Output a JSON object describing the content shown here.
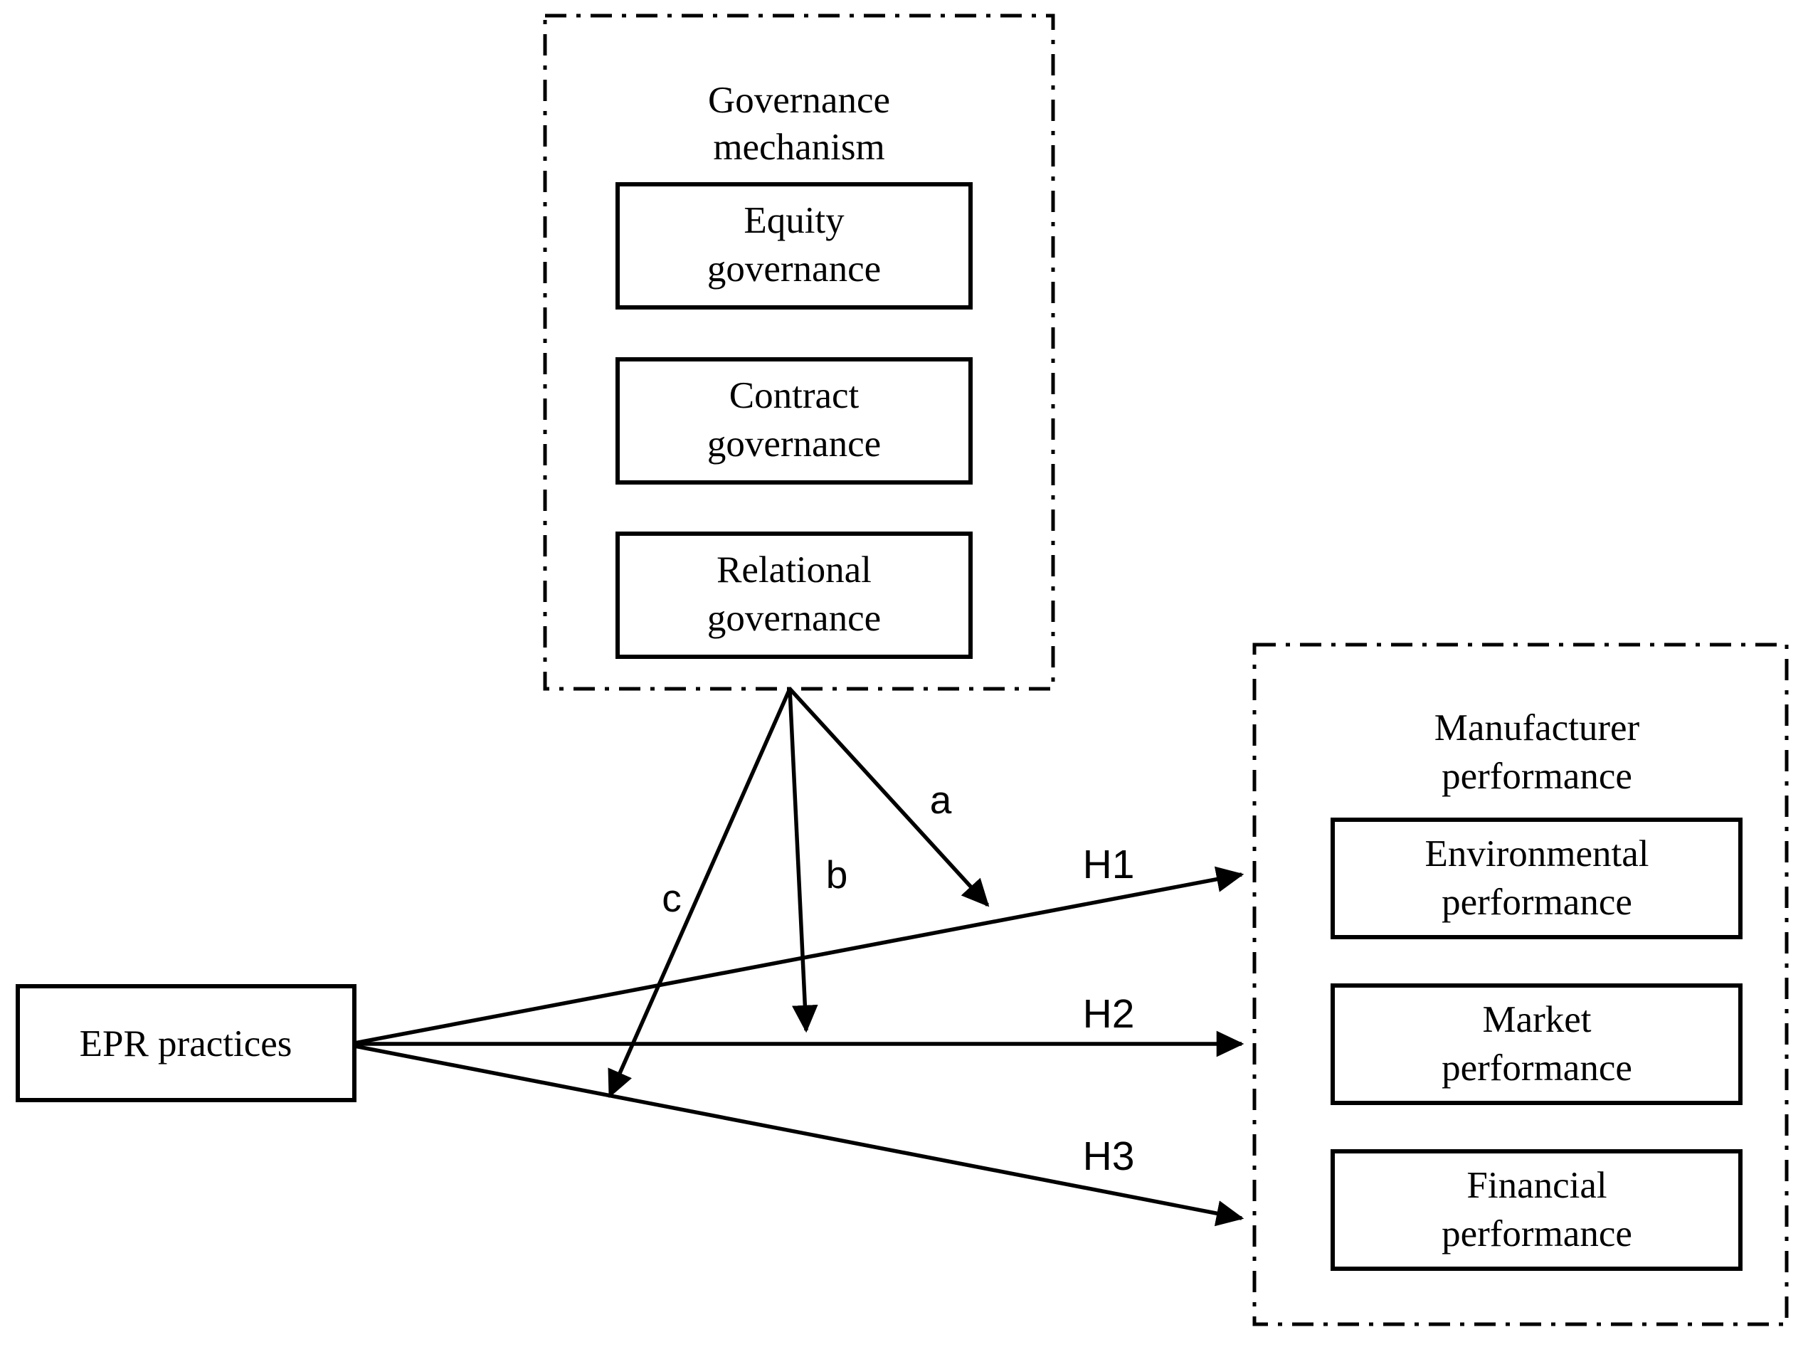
{
  "figure": {
    "type": "conceptual-research-model",
    "background": "#ffffff",
    "line_color": "#000000"
  },
  "groups": {
    "governance": {
      "title_line1": "Governance",
      "title_line2": "mechanism",
      "border_style": "dash-dot",
      "items": [
        {
          "line1": "Equity",
          "line2": "governance"
        },
        {
          "line1": "Contract",
          "line2": "governance"
        },
        {
          "line1": "Relational",
          "line2": "governance"
        }
      ]
    },
    "performance": {
      "title_line1": "Manufacturer",
      "title_line2": "performance",
      "border_style": "dash-dot",
      "items": [
        {
          "line1": "Environmental",
          "line2": "performance"
        },
        {
          "line1": "Market",
          "line2": "performance"
        },
        {
          "line1": "Financial",
          "line2": "performance"
        }
      ]
    }
  },
  "predictor": {
    "label": "EPR practices"
  },
  "paths": {
    "moderation": [
      {
        "id": "a",
        "label": "a",
        "from": "governance-mechanism",
        "to": "h1-path"
      },
      {
        "id": "b",
        "label": "b",
        "from": "governance-mechanism",
        "to": "h2-path"
      },
      {
        "id": "c",
        "label": "c",
        "from": "governance-mechanism",
        "to": "h3-path"
      }
    ],
    "hypotheses": [
      {
        "id": "H1",
        "label": "H1",
        "from": "EPR practices",
        "to": "Environmental performance"
      },
      {
        "id": "H2",
        "label": "H2",
        "from": "EPR practices",
        "to": "Market performance"
      },
      {
        "id": "H3",
        "label": "H3",
        "from": "EPR practices",
        "to": "Financial performance"
      }
    ]
  }
}
